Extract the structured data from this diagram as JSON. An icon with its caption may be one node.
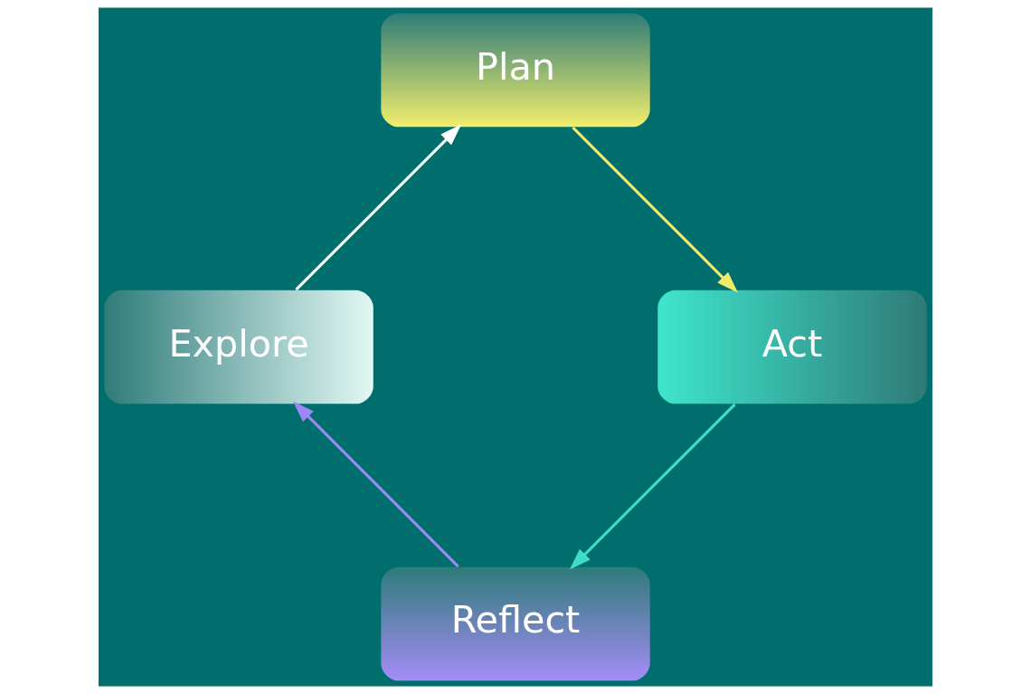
{
  "diagram": {
    "nodes": [
      {
        "text": [
          "Reflect"
        ]
      },
      {
        "text": [
          "Explore"
        ]
      },
      {
        "text": [
          "Plan"
        ]
      },
      {
        "text": [
          "Act"
        ]
      }
    ],
    "edges": [
      {
        "from": 0,
        "to": 1,
        "arrow": "to",
        "color": "#9c87f5"
      },
      {
        "from": 1,
        "to": 2,
        "arrow": "to",
        "color": "#ffffff"
      },
      {
        "from": 2,
        "to": 3,
        "arrow": "to",
        "color": "#f0ec6a"
      },
      {
        "from": 3,
        "to": 0,
        "arrow": "to",
        "color": "#3fdcc6"
      }
    ]
  }
}
